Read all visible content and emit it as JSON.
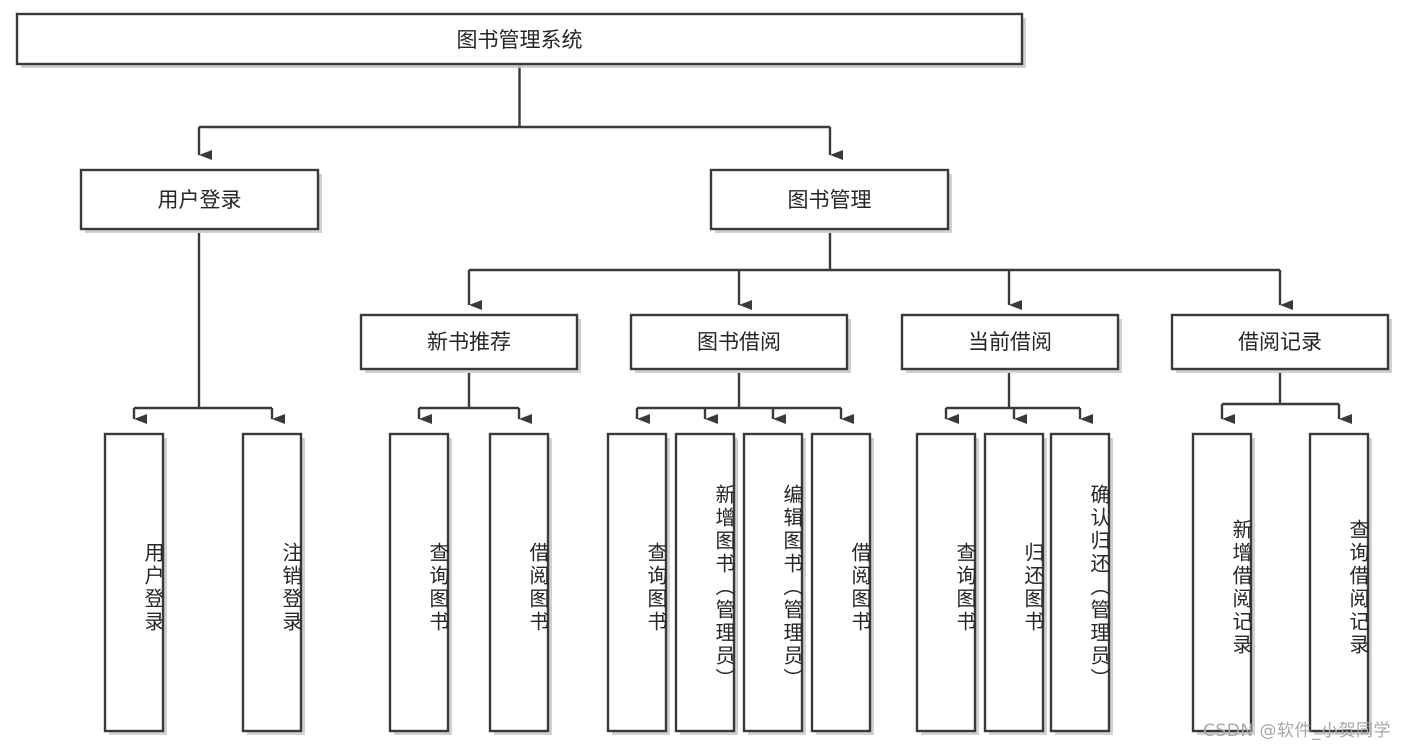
{
  "diagram": {
    "type": "tree-hierarchy",
    "title": "图书管理系统",
    "orientation": "top-down",
    "colors": {
      "box_stroke": "#3a3a3a",
      "box_fill": "#ffffff",
      "connector": "#3a3a3a",
      "text": "#262626",
      "watermark": "#a8a8a8",
      "background": "#ffffff"
    },
    "root": {
      "label": "图书管理系统"
    },
    "level1": [
      {
        "label": "用户登录"
      },
      {
        "label": "图书管理"
      }
    ],
    "level2": [
      {
        "label": "新书推荐"
      },
      {
        "label": "图书借阅"
      },
      {
        "label": "当前借阅"
      },
      {
        "label": "借阅记录"
      }
    ],
    "leaves": {
      "user_login": [
        {
          "label": "用户登录"
        },
        {
          "label": "注销登录"
        }
      ],
      "new_book_recommend": [
        {
          "label": "查询图书"
        },
        {
          "label": "借阅图书"
        }
      ],
      "book_borrow": [
        {
          "label": "查询图书"
        },
        {
          "label": "新增图书（管理员）"
        },
        {
          "label": "编辑图书（管理员）"
        },
        {
          "label": "借阅图书"
        }
      ],
      "current_borrow": [
        {
          "label": "查询图书"
        },
        {
          "label": "归还图书"
        },
        {
          "label": "确认归还（管理员）"
        }
      ],
      "borrow_record": [
        {
          "label": "新增借阅记录"
        },
        {
          "label": "查询借阅记录"
        }
      ]
    }
  },
  "watermark": {
    "text": "CSDN @软件_小贺同学"
  }
}
